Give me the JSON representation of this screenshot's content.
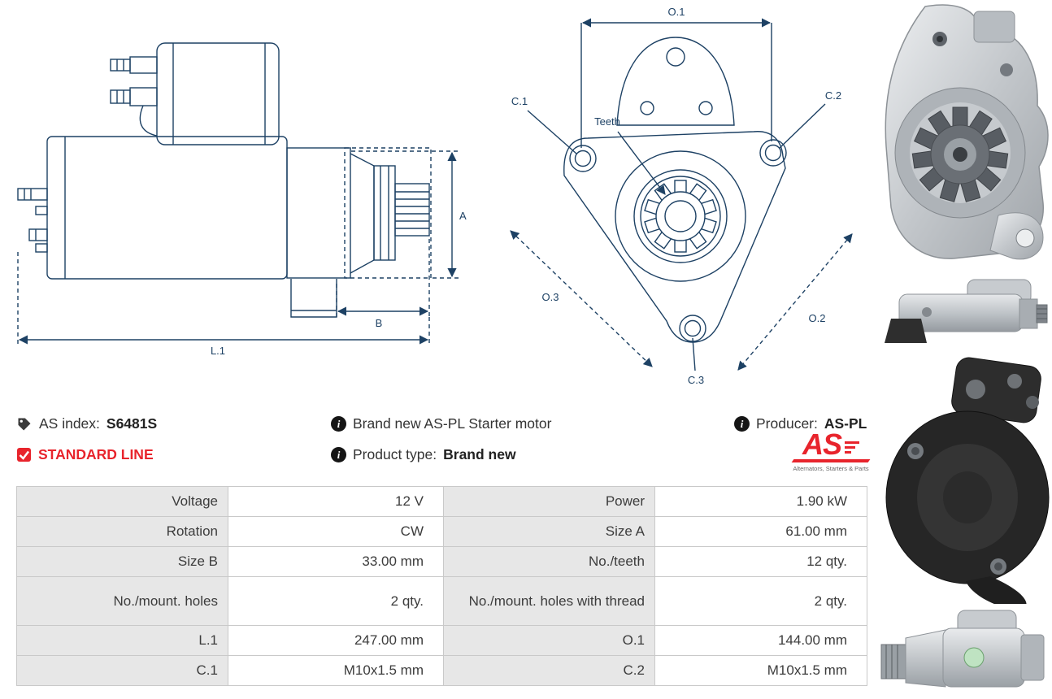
{
  "colors": {
    "accent_red": "#e8242c",
    "drawing_blue": "#1d4164",
    "table_label_bg": "#e7e7e7",
    "table_border": "#c9c9c9"
  },
  "drawings": {
    "side": {
      "dim_a": "A",
      "dim_b": "B",
      "dim_l1": "L.1"
    },
    "front": {
      "dim_o1": "O.1",
      "dim_o2": "O.2",
      "dim_o3": "O.3",
      "dim_c1": "C.1",
      "dim_c2": "C.2",
      "dim_c3": "C.3",
      "teeth_label": "Teeth"
    }
  },
  "info": {
    "as_index_label": "AS index:",
    "as_index_value": "S6481S",
    "standard_line_label": "STANDARD LINE",
    "brand_new_text": "Brand new AS-PL Starter motor",
    "product_type_label": "Product type:",
    "product_type_value": "Brand new",
    "producer_label": "Producer:",
    "producer_value": "AS-PL",
    "info_icon_glyph": "i"
  },
  "logo": {
    "text": "AS",
    "caption": "Alternators, Starters & Parts"
  },
  "spec_table": {
    "rows": [
      {
        "c1": "Voltage",
        "c2": "12 V",
        "c3": "Power",
        "c4": "1.90 kW"
      },
      {
        "c1": "Rotation",
        "c2": "CW",
        "c3": "Size A",
        "c4": "61.00 mm"
      },
      {
        "c1": "Size B",
        "c2": "33.00 mm",
        "c3": "No./teeth",
        "c4": "12 qty."
      },
      {
        "c1": "No./mount. holes",
        "c2": "2 qty.",
        "c3": "No./mount. holes with thread",
        "c4": "2 qty."
      },
      {
        "c1": "L.1",
        "c2": "247.00 mm",
        "c3": "O.1",
        "c4": "144.00 mm"
      },
      {
        "c1": "C.1",
        "c2": "M10x1.5 mm",
        "c3": "C.2",
        "c4": "M10x1.5 mm"
      }
    ]
  }
}
